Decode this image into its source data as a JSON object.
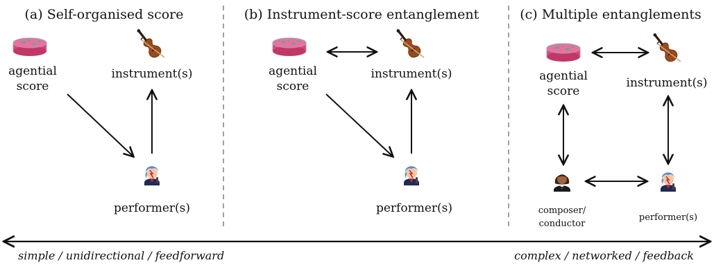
{
  "panels": [
    {
      "title": "(a) Self-organised score",
      "agential_score": [
        "agential",
        "score"
      ],
      "instrument": "instrument(s)",
      "performer": "performer(s)"
    },
    {
      "title": "(b) Instrument-score entanglement",
      "agential_score": [
        "agential",
        "score"
      ],
      "instrument": "instrument(s)",
      "performer": "performer(s)"
    },
    {
      "title": "(c) Multiple entanglements",
      "agential_score": [
        "agential",
        "score"
      ],
      "instrument": "instrument(s)",
      "performer": "performer(s)",
      "composer": [
        "composer/",
        "conductor"
      ]
    }
  ],
  "spectrum": {
    "left": "simple / unidirectional / feedforward",
    "right": "complex / networked / feedback"
  },
  "icons": {
    "score": "petri-dish-icon",
    "instrument": "violin-icon",
    "performer": "performer-icon",
    "composer": "conductor-icon"
  },
  "colors": {
    "ink": "#111111",
    "dish_pink": "#e0457a",
    "dish_green": "#46b39a",
    "violin_brown": "#9b4a17",
    "divider": "#888888"
  }
}
